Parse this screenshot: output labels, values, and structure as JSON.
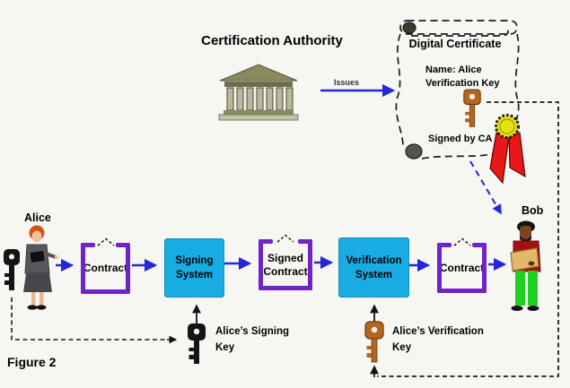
{
  "title": {
    "ca": "Certification Authority",
    "issues": "Issues"
  },
  "certificate": {
    "title": "Digital Certificate",
    "name_line1": "Name: Alice",
    "name_line2": "Verification Key",
    "signed_by": "Signed by CA"
  },
  "actors": {
    "alice": "Alice",
    "bob": "Bob"
  },
  "flow": {
    "contract_in": "Contract",
    "signing_system": [
      "Signing",
      "System"
    ],
    "signed_contract": [
      "Signed",
      "Contract"
    ],
    "verification_system": [
      "Verification",
      "System"
    ],
    "contract_out": "Contract"
  },
  "keys": {
    "signing_line1": "Alice’s Signing",
    "signing_line2": "Key",
    "verification_line1": "Alice’s Verification",
    "verification_line2": "Key"
  },
  "caption": "Figure 2",
  "colors": {
    "background": "#F6F6F2",
    "system_box_cyan": "#18ACE3",
    "bracket_purple": "#6F24C8",
    "arrow_blue": "#2626D8",
    "key_orange": "#B4651E",
    "seal_yellow": "#E8E112",
    "ribbon_red": "#E81818"
  }
}
